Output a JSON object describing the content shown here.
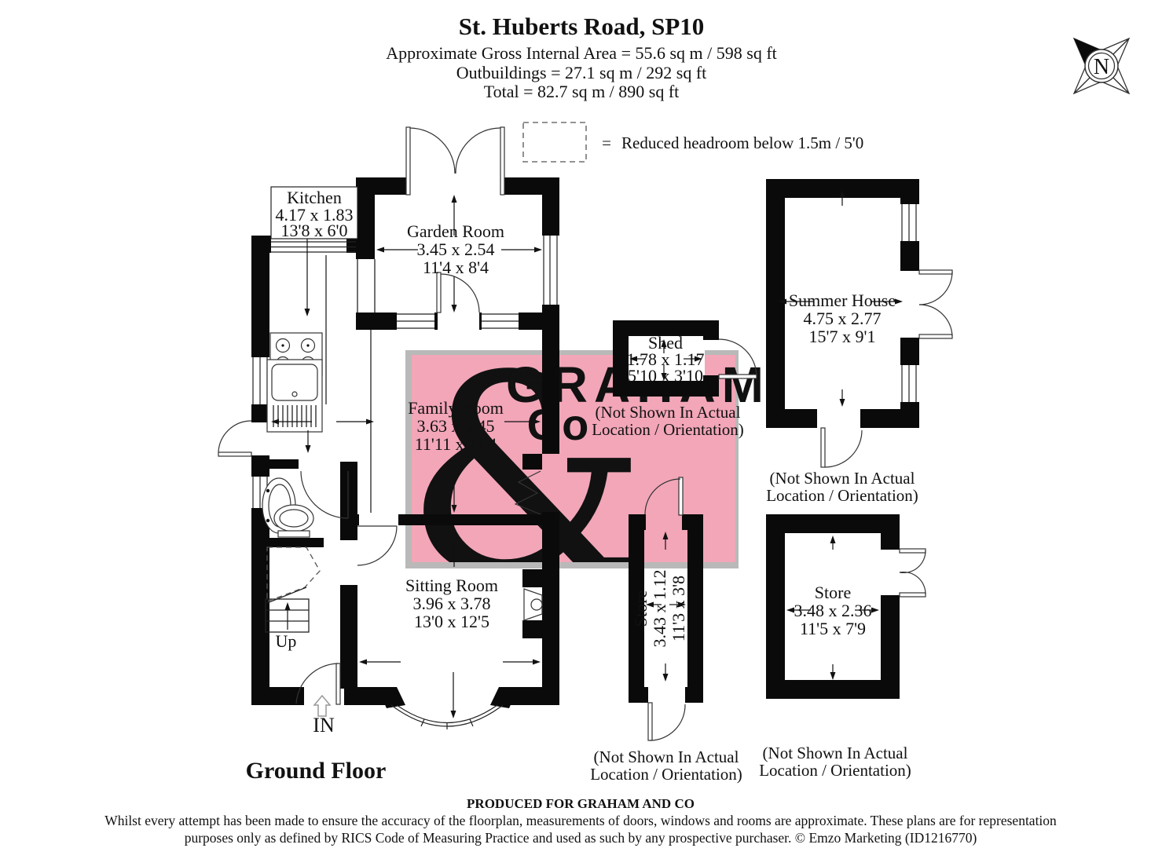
{
  "header": {
    "title": "St. Huberts Road, SP10",
    "line1": "Approximate Gross Internal Area = 55.6 sq m / 598 sq ft",
    "line2": "Outbuildings = 27.1 sq m / 292 sq ft",
    "line3": "Total = 82.7 sq m / 890 sq ft"
  },
  "legend": {
    "equals": "=",
    "text": "Reduced headroom below 1.5m / 5'0"
  },
  "compass": {
    "label": "N"
  },
  "rooms": {
    "kitchen": {
      "name": "Kitchen",
      "metric": "4.17 x 1.83",
      "imperial": "13'8 x 6'0"
    },
    "garden_room": {
      "name": "Garden Room",
      "metric": "3.45 x 2.54",
      "imperial": "11'4 x 8'4"
    },
    "family_room": {
      "name": "Family Room",
      "metric": "3.63 x 3.45",
      "imperial": "11'11 x 11'4"
    },
    "sitting_room": {
      "name": "Sitting Room",
      "metric": "3.96 x 3.78",
      "imperial": "13'0 x 12'5"
    },
    "shed": {
      "name": "Shed",
      "metric": "1.78 x 1.17",
      "imperial": "5'10 x 3'10"
    },
    "summer_house": {
      "name": "Summer House",
      "metric": "4.75 x 2.77",
      "imperial": "15'7 x 9'1"
    },
    "store_small": {
      "name": "Store",
      "metric": "3.43 x 1.12",
      "imperial": "11'3 x 3'8"
    },
    "store_large": {
      "name": "Store",
      "metric": "3.48 x 2.36",
      "imperial": "11'5 x 7'9"
    }
  },
  "annotations": {
    "not_shown_line1": "(Not Shown In Actual",
    "not_shown_line2": "Location / Orientation)",
    "up": "Up",
    "entrance": "IN",
    "floor_label": "Ground Floor"
  },
  "watermark": {
    "line1": "GRAHAM",
    "line2": "Co",
    "ampersand": "&"
  },
  "footer": {
    "produced": "PRODUCED FOR GRAHAM AND CO",
    "line1": "Whilst every attempt has been made to ensure the accuracy of the floorplan, measurements of doors, windows and rooms are approximate. These plans are for representation",
    "line2": "purposes only as defined by RICS Code of Measuring Practice and used as such by any prospective purchaser. © Emzo Marketing (ID1216770)"
  },
  "colors": {
    "watermark_pink": "#f2a6b8",
    "watermark_yellow": "#f7efbf",
    "watermark_gray": "#b9b9b9",
    "watermark_text": "rgba(255,255,255,0.92)",
    "wall": "#0a0a0a"
  }
}
